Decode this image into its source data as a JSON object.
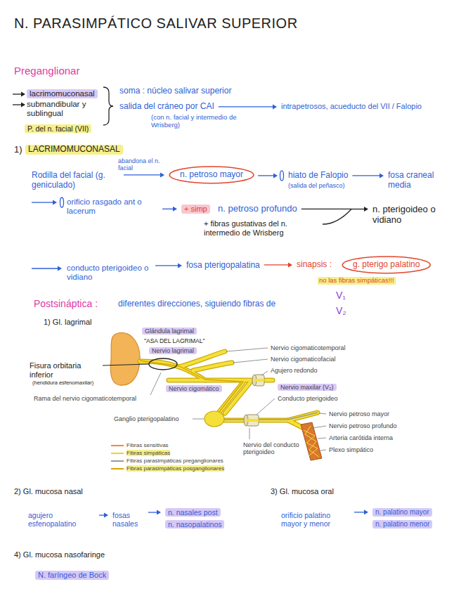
{
  "diagram": {
    "title": "N. PARASIMPÁTICO SALIVAR SUPERIOR",
    "nodes": [
      {
        "text": [
          "lacrimomuconasal"
        ]
      },
      {
        "text": [
          "P. del n. facial (VII)"
        ]
      },
      {
        "text": [
          "LACRIMOMUCONASAL"
        ]
      },
      {
        "text": [
          "n. petroso mayor"
        ]
      },
      {
        "text": [
          "+ simp"
        ]
      },
      {
        "text": [
          "g. pterigo palatino"
        ]
      },
      {
        "text": [
          "Glándula lagrimal"
        ]
      },
      {
        "text": [
          "Nervio lagrimal"
        ]
      },
      {
        "text": [
          "Nervio cigomático"
        ]
      },
      {
        "text": [
          "Nervio maxilar (V₂)"
        ]
      },
      {
        "text": [
          "n. nasales post"
        ]
      },
      {
        "text": [
          "n. nasopalatinos"
        ]
      },
      {
        "text": [
          "n. palatino mayor"
        ]
      },
      {
        "text": [
          "n. palatino menor"
        ]
      },
      {
        "text": [
          "N. faríngeo de Bock"
        ]
      }
    ],
    "labels": [
      "Preganglionar",
      "submandibular y sublingual",
      "soma : núcleo salivar superior",
      "salida del cráneo por CAI",
      "intrapetrosos, acueducto del VII / Falopio",
      "(con n. facial y intermedio de Wrisberg)",
      "1)",
      "Rodilla del facial (g. geniculado)",
      "abandona el n. facial",
      "hiato de Falopio",
      "(salida del peñasco)",
      "fosa craneal media",
      "orificio rasgado ant o lacerum",
      "n. petroso profundo",
      "+ fibras gustativas del n. intermedio de Wrisberg",
      "n. pterigoideo o vidiano",
      "conducto pterigoideo o vidiano",
      "fosa pterigopalatina",
      "sinapsis :",
      "no las fibras simpáticas!!!",
      "Postsináptica :",
      "diferentes direcciones, siguiendo fibras de",
      "V₁",
      "V₂",
      "1) Gl. lagrimal",
      "\"ASA DEL LAGRIMAL\"",
      "Nervio cigomaticotemporal",
      "Nervio cigomaticofacial",
      "Agujero redondo",
      "Conducto pterigoideo",
      "Fisura orbitaria inferior",
      "(hendidura esfenomaxilar)",
      "Rama del nervio cigomaticotemporal",
      "Ganglio pterigopalatino",
      "Nervio petroso mayor",
      "Nervio petroso profundo",
      "Arteria carótida interna",
      "Plexo simpático",
      "Nervio del conducto pterigoideo",
      "2) Gl. mucosa nasal",
      "agujero esfenopalatino",
      "fosas nasales",
      "3) Gl. mucosa oral",
      "orificio palatino mayor y menor",
      "4) Gl. mucosa nasofaringe"
    ],
    "legend": [
      {
        "text": "Fibras sensitivas"
      },
      {
        "text": "Fibras simpáticas"
      },
      {
        "text": "Fibras parasimpáticas preganglionares"
      },
      {
        "text": "Fibras parasimpáticas posganglionares"
      }
    ]
  }
}
